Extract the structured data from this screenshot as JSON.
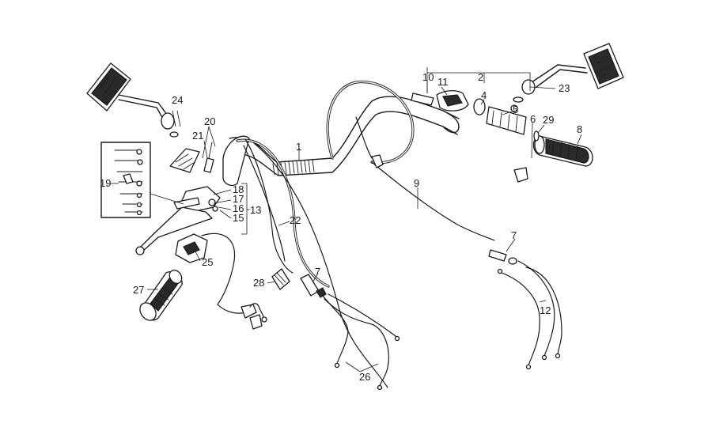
{
  "callouts": {
    "n1": "1",
    "n2": "2",
    "n4": "4",
    "n5": "5",
    "n6": "6",
    "n7a": "7",
    "n7b": "7",
    "n8": "8",
    "n9": "9",
    "n10": "10",
    "n11": "11",
    "n12": "12",
    "n13": "13",
    "n15": "15",
    "n16": "16",
    "n17": "17",
    "n18": "18",
    "n19": "19",
    "n20": "20",
    "n21": "21",
    "n22": "22",
    "n23": "23",
    "n24": "24",
    "n25": "25",
    "n26": "26",
    "n27": "27",
    "n28": "28",
    "n29": "29"
  }
}
